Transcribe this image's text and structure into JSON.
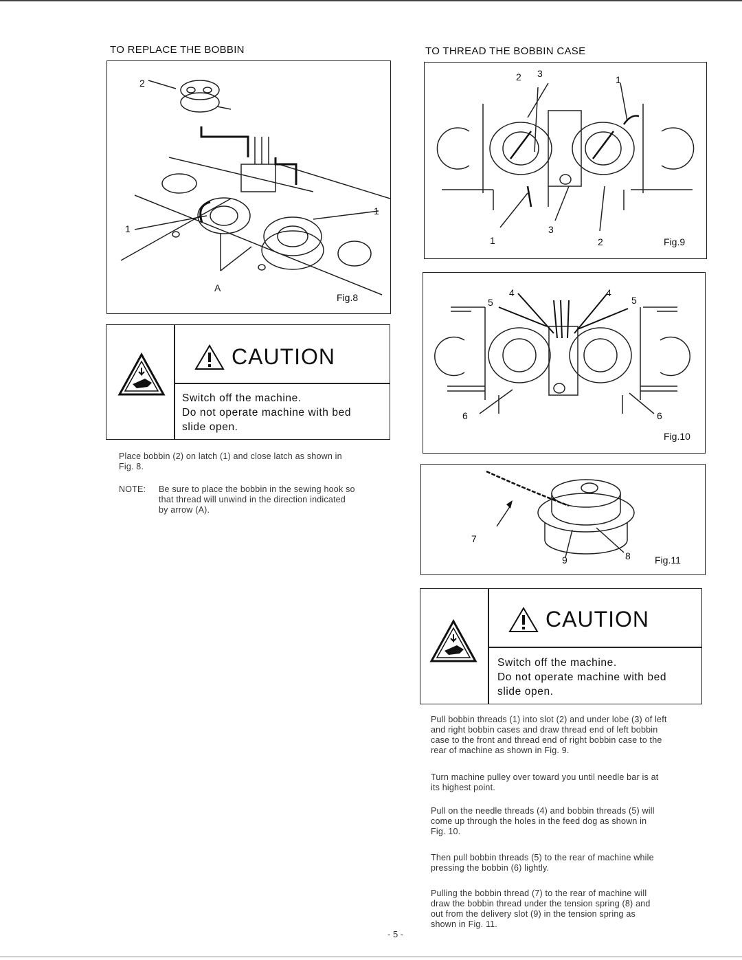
{
  "left_column": {
    "heading": "TO REPLACE THE BOBBIN",
    "fig8": {
      "label": "Fig.8",
      "callouts": {
        "c2": "2",
        "c1_left": "1",
        "c1_right": "1",
        "cA": "A"
      }
    },
    "caution": {
      "title": "CAUTION",
      "line1": "Switch off the machine.",
      "line2": "Do not operate machine with bed",
      "line3": "slide open."
    },
    "paragraph_1_line1": "Place bobbin (2) on latch (1) and close latch as shown in",
    "paragraph_1_line2": "Fig. 8.",
    "note_label": "NOTE:",
    "note_line1": "Be sure to place the bobbin in the sewing hook so",
    "note_line2": "that thread will unwind in the direction indicated",
    "note_line3": "by arrow (A)."
  },
  "right_column": {
    "heading": "TO THREAD THE BOBBIN CASE",
    "fig9": {
      "label": "Fig.9",
      "callouts": {
        "t2": "2",
        "t3": "3",
        "t1": "1",
        "b1": "1",
        "b3": "3",
        "b2": "2"
      }
    },
    "fig10": {
      "label": "Fig.10",
      "callouts": {
        "a4": "4",
        "b4": "4",
        "a5": "5",
        "b5": "5",
        "a6": "6",
        "b6": "6"
      }
    },
    "fig11": {
      "label": "Fig.11",
      "callouts": {
        "c7": "7",
        "c9": "9",
        "c8": "8"
      }
    },
    "caution": {
      "title": "CAUTION",
      "line1": "Switch off the machine.",
      "line2": "Do not operate machine with bed",
      "line3": "slide open."
    },
    "p1": [
      "Pull bobbin threads (1) into slot (2) and under lobe (3) of left",
      "and right bobbin cases and draw thread end of left bobbin",
      "case to the front and thread end of right bobbin case to the",
      "rear of machine as shown in Fig. 9."
    ],
    "p2": [
      "Turn machine pulley over toward you until needle bar is at",
      "its highest point."
    ],
    "p3": [
      "Pull on the needle threads (4) and bobbin threads (5) will",
      "come up through the holes in the feed dog as shown in",
      "Fig. 10."
    ],
    "p4": [
      "Then pull bobbin threads (5) to the rear of machine while",
      "pressing the bobbin (6) lightly."
    ],
    "p5": [
      "Pulling the bobbin thread (7) to the rear of machine will",
      "draw the bobbin thread under the tension spring (8) and",
      "out from the delivery slot (9) in the tension spring as",
      "shown in Fig. 11."
    ]
  },
  "footer": {
    "page_number": "- 5 -"
  }
}
